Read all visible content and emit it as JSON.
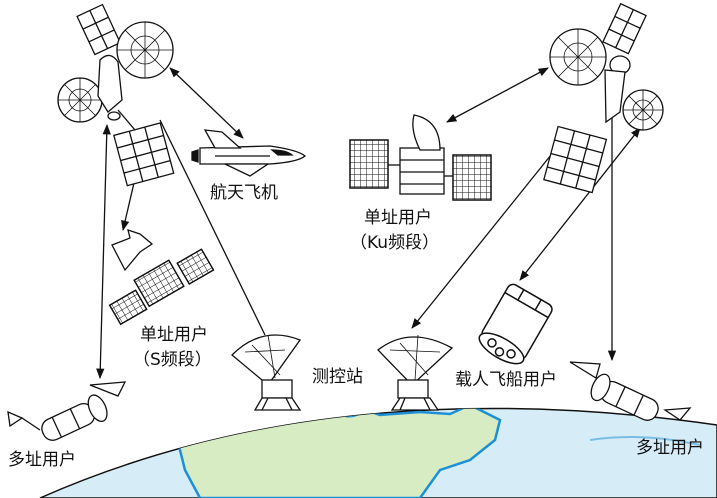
{
  "labels": {
    "shuttle": "航天飞机",
    "ku_user_line1": "单址用户",
    "ku_user_line2": "（Ku频段）",
    "s_user_line1": "单址用户",
    "s_user_line2": "（S频段）",
    "ground_station": "测控站",
    "manned_spacecraft_user": "载人飞船用户",
    "multi_user_left": "多址用户",
    "multi_user_right": "多址用户"
  },
  "colors": {
    "ocean": "#d6ecf7",
    "land": "#d8ecc4",
    "coast": "#1d8fd6",
    "ink": "#111111"
  }
}
